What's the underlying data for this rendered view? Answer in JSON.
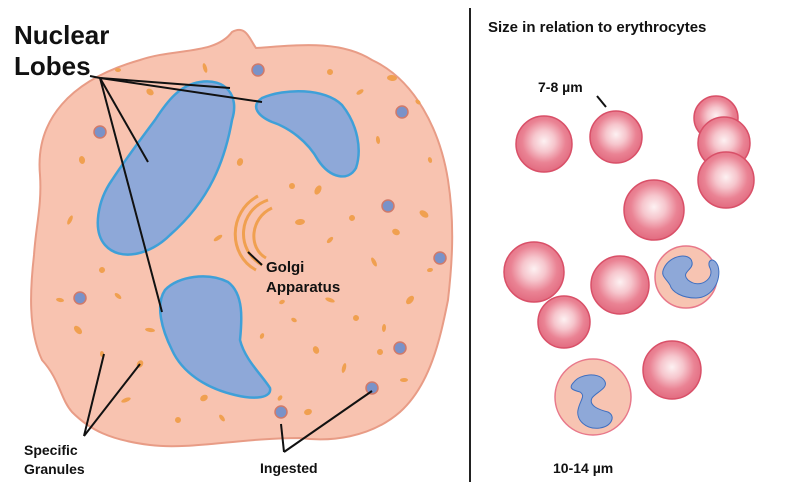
{
  "labels": {
    "nuclear_lobes_line1": "Nuclear",
    "nuclear_lobes_line2": "Lobes",
    "golgi_line1": "Golgi",
    "golgi_line2": "Apparatus",
    "specific_line1": "Specific",
    "specific_line2": "Granules",
    "ingested": "Ingested",
    "panel_title": "Size in relation to erythrocytes",
    "size_erythrocyte": "7-8 µm",
    "size_neutrophil": "10-14 µm"
  },
  "colors": {
    "cytoplasm": "#f8c3b0",
    "cytoplasm_edge": "#e89c86",
    "nucleus": "#8ea8d8",
    "nucleus_edge": "#3fa0d8",
    "granule": "#f0a050",
    "golgi": "#f0a050",
    "ingested_particle": "#7a92c8",
    "erythrocyte": "#e8788a",
    "erythrocyte_center": "#fbe3e6",
    "neutrophil_small": "#f7c4b2",
    "divider": "#222222"
  }
}
